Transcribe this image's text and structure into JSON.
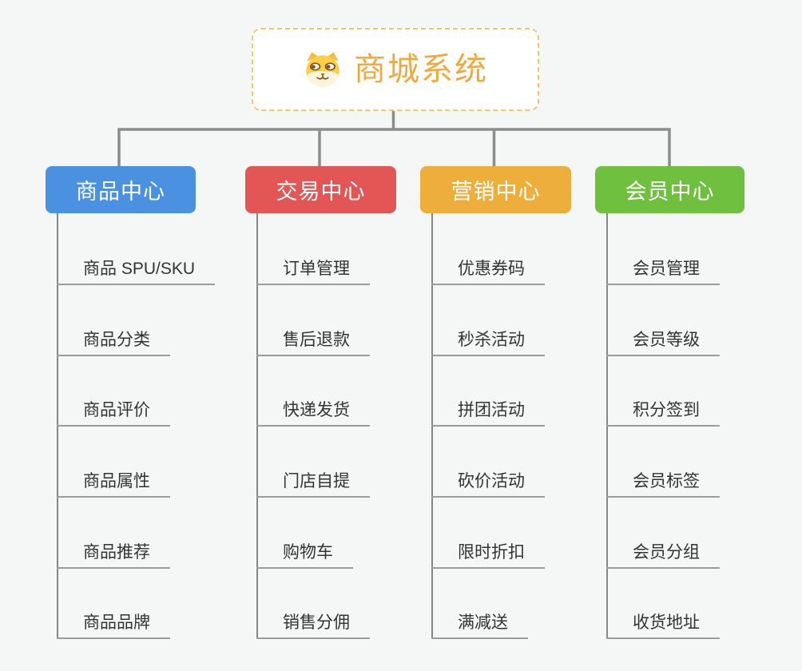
{
  "diagram_type": "mindmap-org-chart",
  "root": {
    "title": "商城系统",
    "icon": "dog-face-icon",
    "accent": "#f0a93f",
    "border_color": "#f8c567"
  },
  "connector_color": "#8c8c8c",
  "background": "#f5f6f6",
  "branches": [
    {
      "label": "商品中心",
      "color": "#4b91e2",
      "items": [
        "商品 SPU/SKU",
        "商品分类",
        "商品评价",
        "商品属性",
        "商品推荐",
        "商品品牌"
      ]
    },
    {
      "label": "交易中心",
      "color": "#e25755",
      "items": [
        "订单管理",
        "售后退款",
        "快递发货",
        "门店自提",
        "购物车",
        "销售分佣"
      ]
    },
    {
      "label": "营销中心",
      "color": "#eeae3c",
      "items": [
        "优惠券码",
        "秒杀活动",
        "拼团活动",
        "砍价活动",
        "限时折扣",
        "满减送"
      ]
    },
    {
      "label": "会员中心",
      "color": "#70c040",
      "items": [
        "会员管理",
        "会员等级",
        "积分签到",
        "会员标签",
        "会员分组",
        "收货地址"
      ]
    }
  ]
}
